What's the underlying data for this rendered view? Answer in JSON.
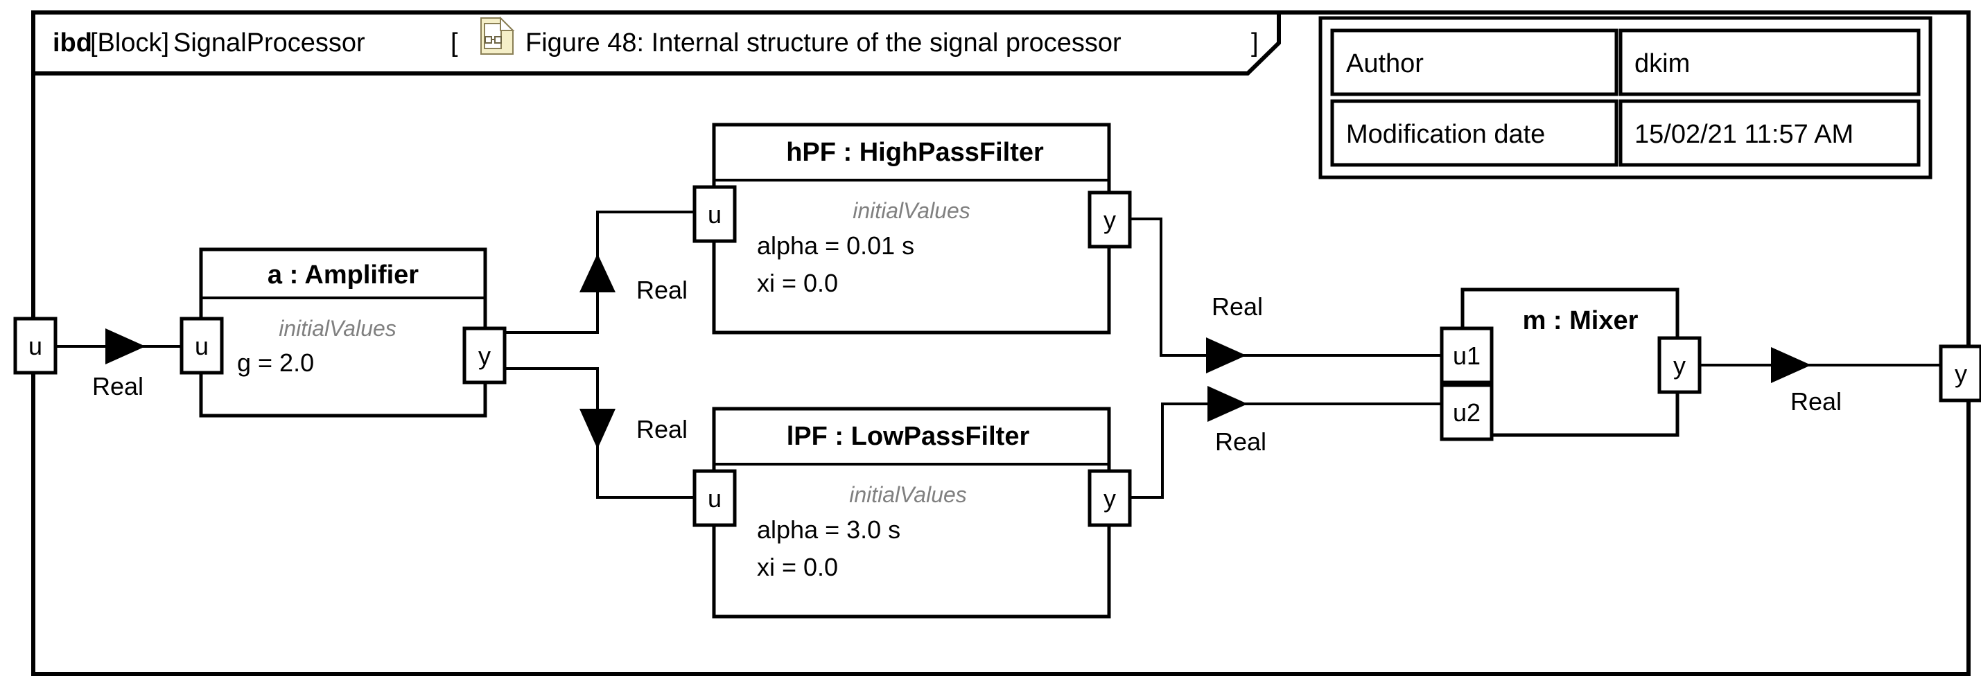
{
  "diagram": {
    "kind": "ibd",
    "stereotype": "[Block]",
    "name": "SignalProcessor",
    "bracket_open": "[",
    "bracket_close": "]",
    "icon": "diagram-document-icon",
    "caption": "Figure 48: Internal structure of the signal processor"
  },
  "metadata": {
    "rows": [
      {
        "label": "Author",
        "value": "dkim"
      },
      {
        "label": "Modification date",
        "value": "15/02/21 11:57 AM"
      }
    ]
  },
  "external_ports": {
    "input": {
      "name": "u"
    },
    "output": {
      "name": "y"
    }
  },
  "parts": [
    {
      "id": "amplifier",
      "title": "a : Amplifier",
      "compartment_label": "initialValues",
      "attributes": [
        "g = 2.0"
      ],
      "ports": [
        {
          "name": "u",
          "side": "left"
        },
        {
          "name": "y",
          "side": "right"
        }
      ]
    },
    {
      "id": "highpassfilter",
      "title": "hPF : HighPassFilter",
      "compartment_label": "initialValues",
      "attributes": [
        "alpha = 0.01 s",
        "xi = 0.0"
      ],
      "ports": [
        {
          "name": "u",
          "side": "left"
        },
        {
          "name": "y",
          "side": "right"
        }
      ]
    },
    {
      "id": "lowpassfilter",
      "title": "lPF : LowPassFilter",
      "compartment_label": "initialValues",
      "attributes": [
        "alpha = 3.0 s",
        "xi = 0.0"
      ],
      "ports": [
        {
          "name": "u",
          "side": "left"
        },
        {
          "name": "y",
          "side": "right"
        }
      ]
    },
    {
      "id": "mixer",
      "title": "m : Mixer",
      "compartment_label": "",
      "attributes": [],
      "ports": [
        {
          "name": "u1",
          "side": "left"
        },
        {
          "name": "u2",
          "side": "left"
        },
        {
          "name": "y",
          "side": "right"
        }
      ]
    }
  ],
  "connectors": [
    {
      "id": "in-to-amp",
      "type_label": "Real"
    },
    {
      "id": "amp-to-hpf",
      "type_label": "Real"
    },
    {
      "id": "amp-to-lpf",
      "type_label": "Real"
    },
    {
      "id": "hpf-to-mixer",
      "type_label": "Real"
    },
    {
      "id": "lpf-to-mixer",
      "type_label": "Real"
    },
    {
      "id": "mixer-to-out",
      "type_label": "Real"
    }
  ],
  "colors": {
    "stroke": "#000000",
    "background": "#ffffff",
    "compartment_label": "#808080",
    "icon_fill": "#f5efc8",
    "icon_border": "#c9bc84"
  }
}
